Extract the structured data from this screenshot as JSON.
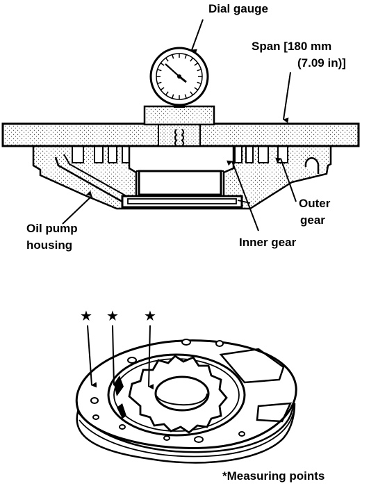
{
  "top_figure": {
    "labels": {
      "dial_gauge": "Dial gauge",
      "span_line1": "Span  [180 mm",
      "span_line2": "(7.09 in)]",
      "outer_gear_line1": "Outer",
      "outer_gear_line2": "gear",
      "oil_pump_line1": "Oil pump",
      "oil_pump_line2": "housing",
      "inner_gear": "Inner gear"
    }
  },
  "bottom_figure": {
    "marker_symbol": "★",
    "marker_count": 3,
    "caption": "*Measuring points"
  },
  "colors": {
    "ink": "#000000",
    "paper": "#ffffff",
    "stipple": "#555555"
  }
}
